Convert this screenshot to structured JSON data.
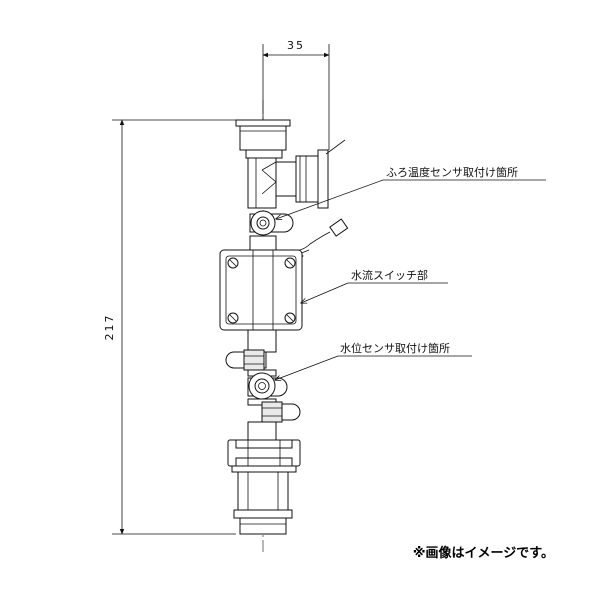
{
  "dimensions": {
    "width_label": "35",
    "height_label": "217"
  },
  "annotations": {
    "bath_temp_sensor": "ふろ温度センサ取付け箇所",
    "water_flow_switch": "水流スイッチ部",
    "water_level_sensor": "水位センサ取付け箇所"
  },
  "note": "※画像はイメージです。"
}
